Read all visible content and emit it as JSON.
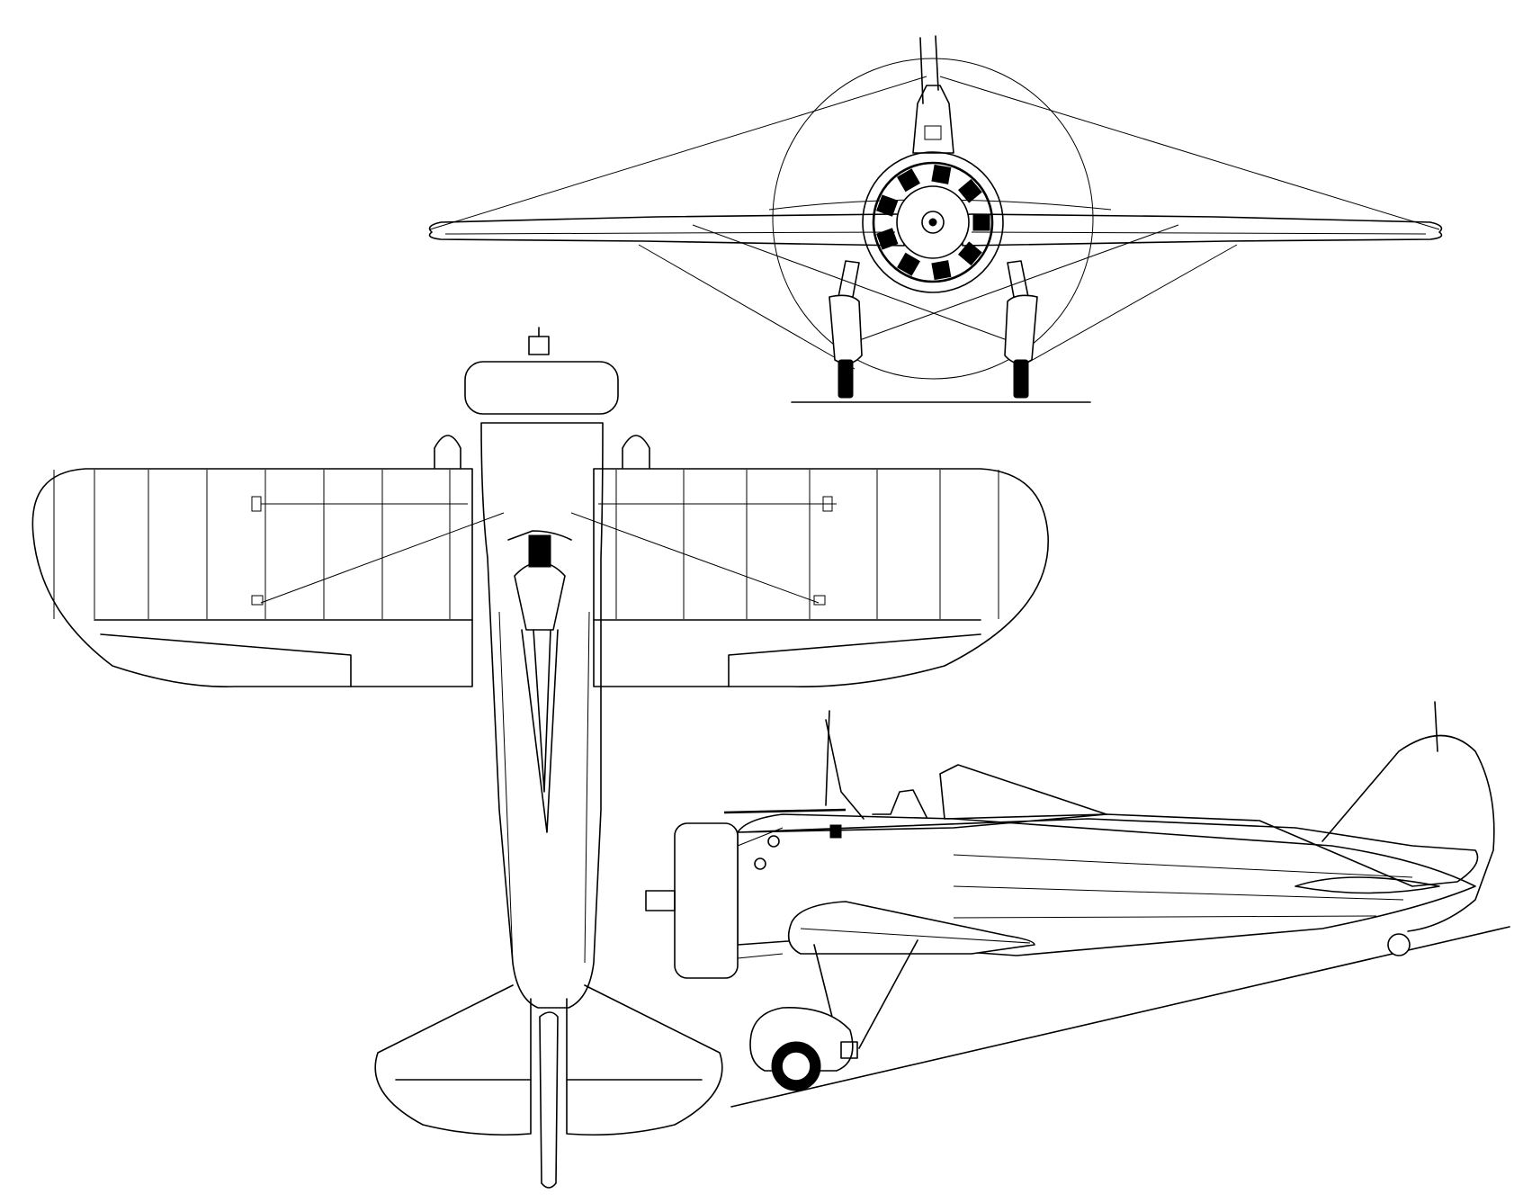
{
  "drawing": {
    "views": [
      "front-view",
      "plan-view",
      "side-view"
    ]
  }
}
